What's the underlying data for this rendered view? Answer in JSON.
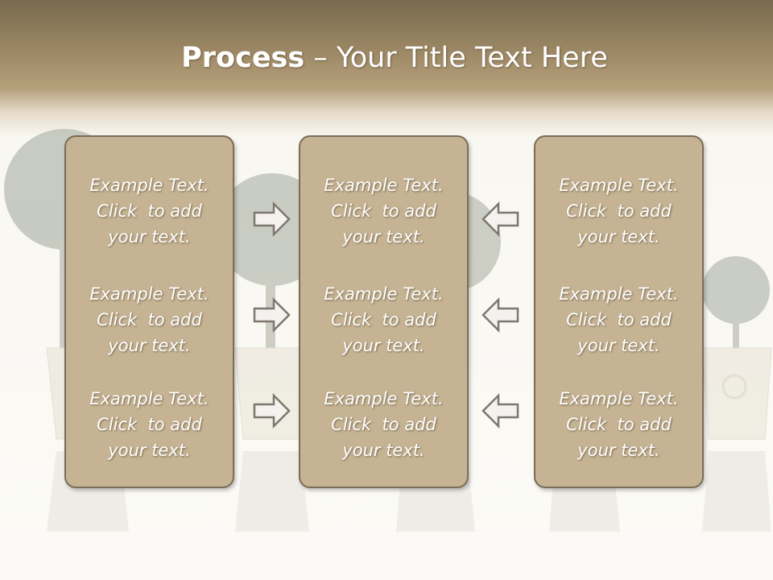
{
  "slide": {
    "title_bold": "Process",
    "title_rest": " – Your Title Text Here",
    "accent_color": "#c5b393",
    "header_color": "#786a4f",
    "panels": [
      {
        "items": [
          [
            "Example Text.",
            "Click  to add",
            "your text."
          ],
          [
            "Example Text.",
            "Click  to add",
            "your text."
          ],
          [
            "Example Text.",
            "Click  to add",
            "your text."
          ]
        ]
      },
      {
        "items": [
          [
            "Example Text.",
            "Click  to add",
            "your text."
          ],
          [
            "Example Text.",
            "Click  to add",
            "your text."
          ],
          [
            "Example Text.",
            "Click  to add",
            "your text."
          ]
        ]
      },
      {
        "items": [
          [
            "Example Text.",
            "Click  to add",
            "your text."
          ],
          [
            "Example Text.",
            "Click  to add",
            "your text."
          ],
          [
            "Example Text.",
            "Click  to add",
            "your text."
          ]
        ]
      }
    ],
    "arrows_left_to_center": [
      "right-arrow-icon",
      "right-arrow-icon",
      "right-arrow-icon"
    ],
    "arrows_right_to_center": [
      "left-arrow-icon",
      "left-arrow-icon",
      "left-arrow-icon"
    ]
  }
}
